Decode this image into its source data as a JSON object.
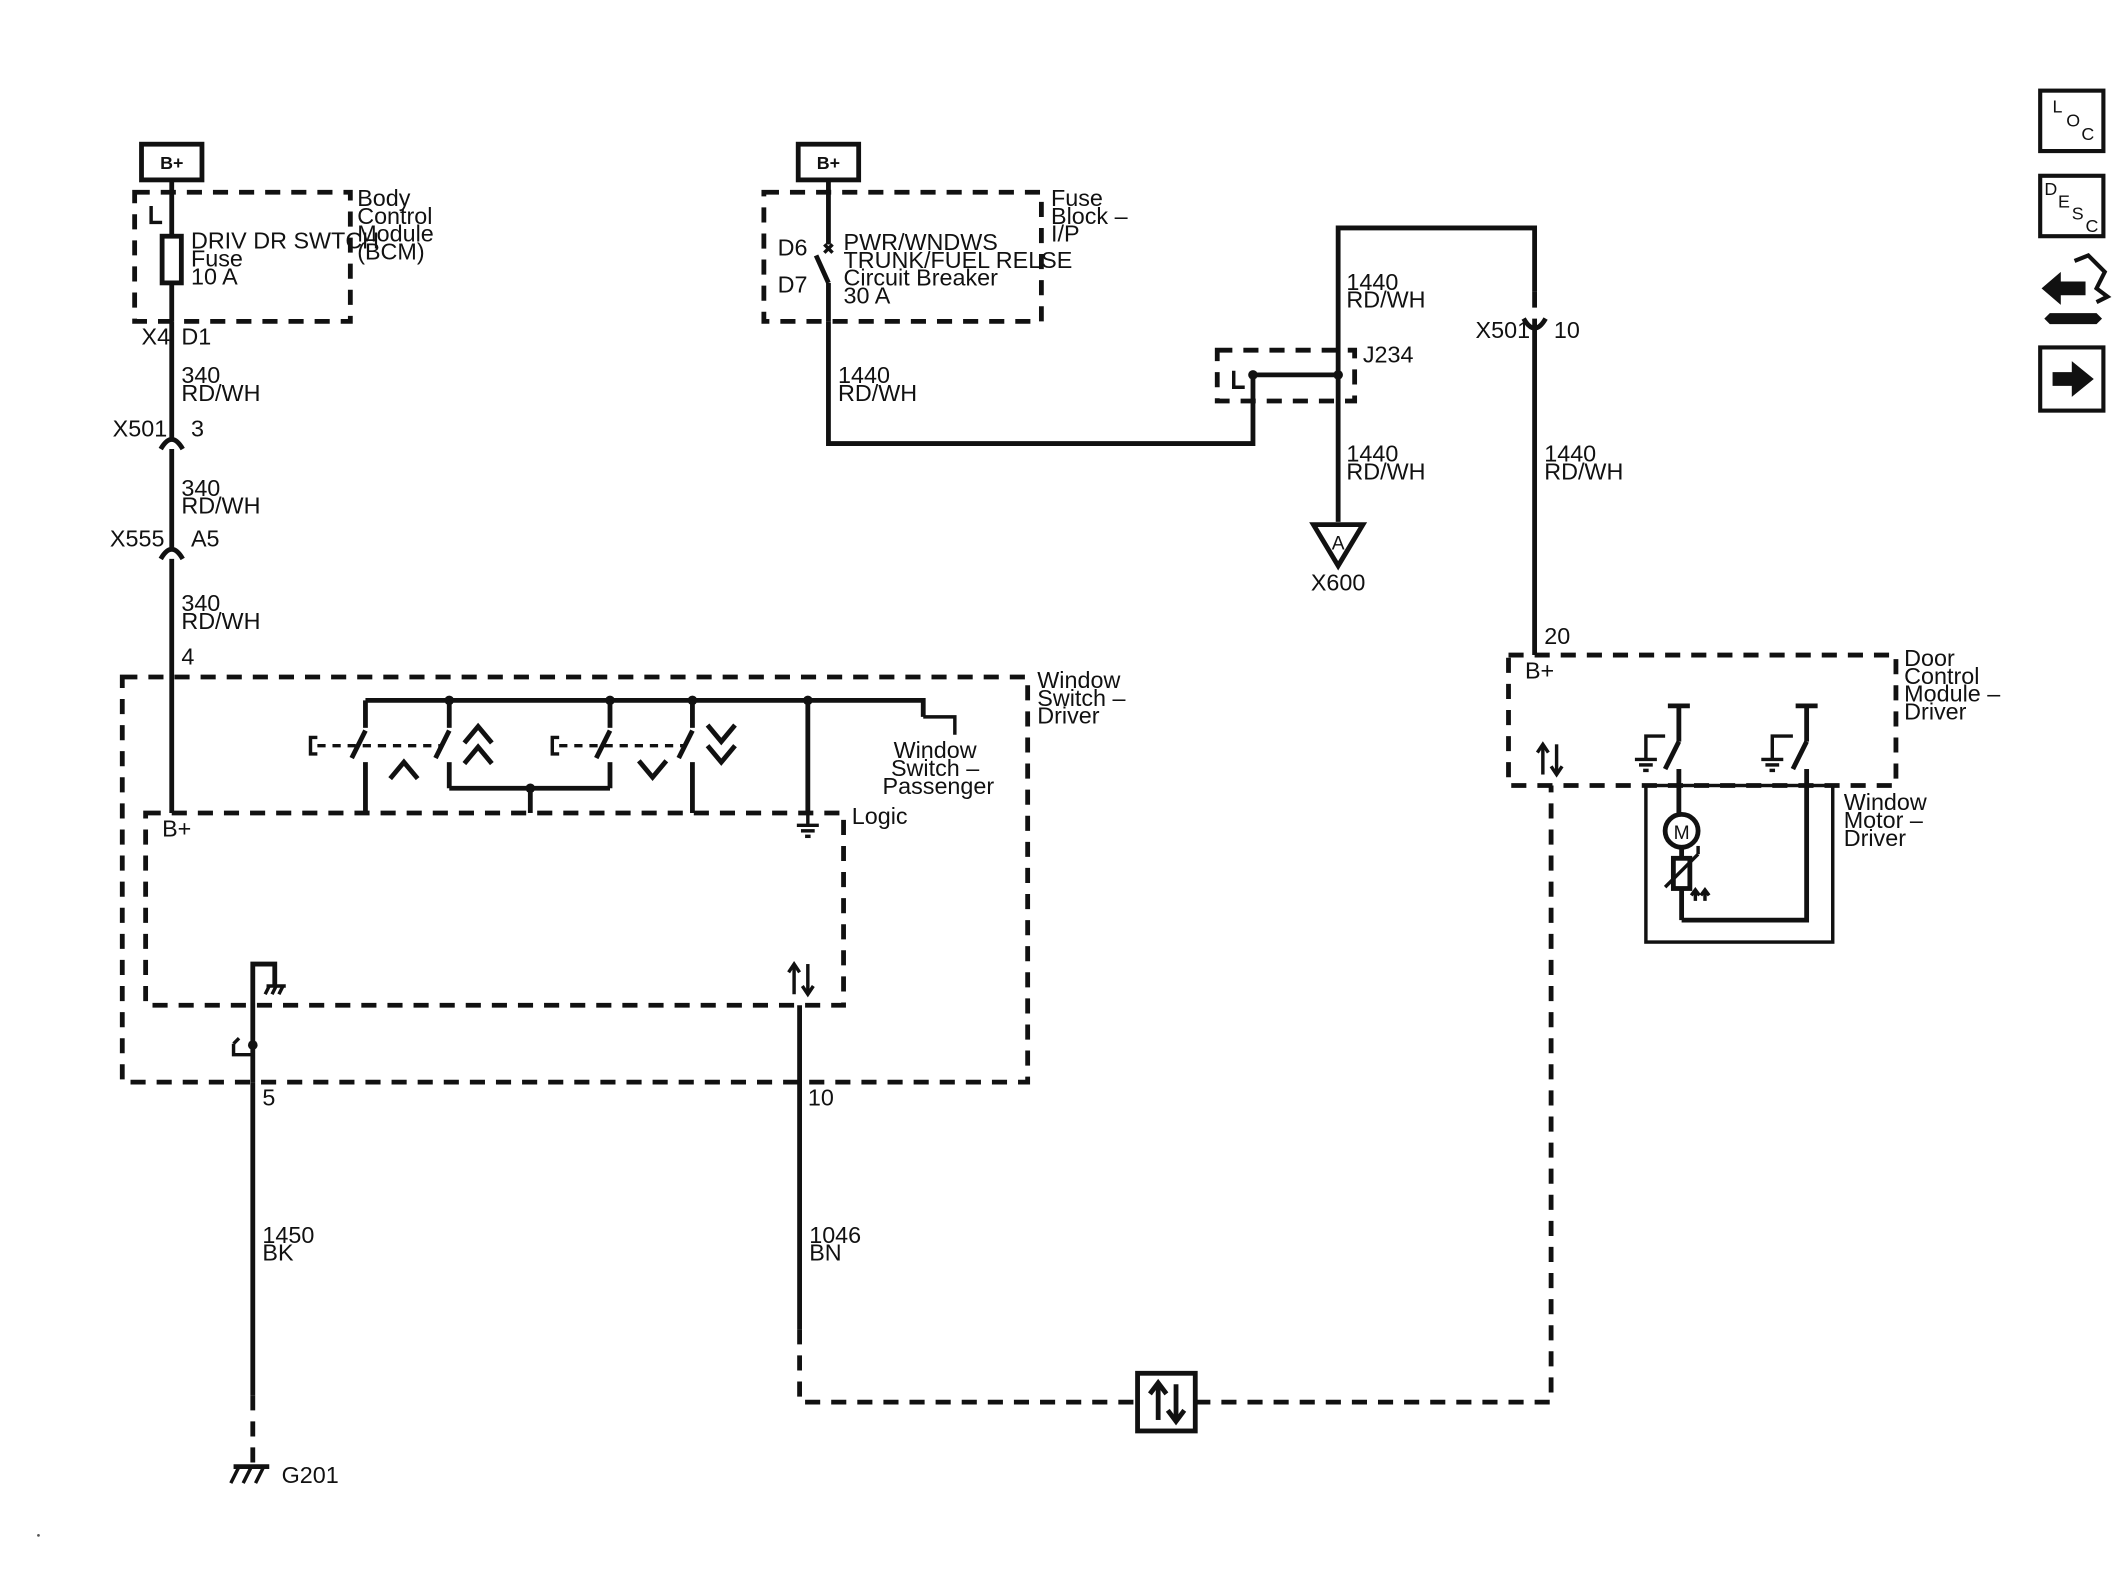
{
  "power": {
    "b_plus": "B+"
  },
  "bcm": {
    "fuse_name": "DRIV DR SWTCH",
    "fuse_type": "Fuse",
    "fuse_rating": "10 A",
    "module_name_lines": [
      "Body",
      "Control",
      "Module",
      "(BCM)"
    ],
    "conn_x4": "X4",
    "pin_d1": "D1"
  },
  "fuse_block": {
    "name_lines": [
      "Fuse",
      "Block –",
      "I/P"
    ],
    "pin_d6": "D6",
    "pin_d7": "D7",
    "breaker_lines": [
      "PWR/WNDWS",
      "TRUNK/FUEL RELSE",
      "Circuit Breaker",
      "30 A"
    ]
  },
  "wires": {
    "w340_num": "340",
    "w340_color": "RD/WH",
    "w1440_num": "1440",
    "w1440_color": "RD/WH",
    "w1450_num": "1450",
    "w1450_color": "BK",
    "w1046_num": "1046",
    "w1046_color": "BN"
  },
  "connectors": {
    "x501": "X501",
    "x501_pin_left": "3",
    "x501_pin_right": "10",
    "x555": "X555",
    "x555_pin": "A5",
    "j234": "J234",
    "x600": "X600",
    "x600_ref": "A",
    "g201": "G201"
  },
  "window_switch": {
    "name_lines": [
      "Window",
      "Switch –",
      "Driver"
    ],
    "pin_in": "4",
    "b_plus": "B+",
    "logic": "Logic",
    "passenger_lines": [
      "Window",
      "Switch –",
      "Passenger"
    ],
    "pin_ground": "5",
    "pin_data": "10"
  },
  "dcm": {
    "name_lines": [
      "Door",
      "Control",
      "Module –",
      "Driver"
    ],
    "pin_in": "20",
    "b_plus": "B+"
  },
  "motor": {
    "name_lines": [
      "Window",
      "Motor –",
      "Driver"
    ],
    "symbol": "M"
  },
  "nav": {
    "loc": [
      "L",
      "O",
      "C"
    ],
    "desc": [
      "D",
      "E",
      "S",
      "C"
    ]
  }
}
